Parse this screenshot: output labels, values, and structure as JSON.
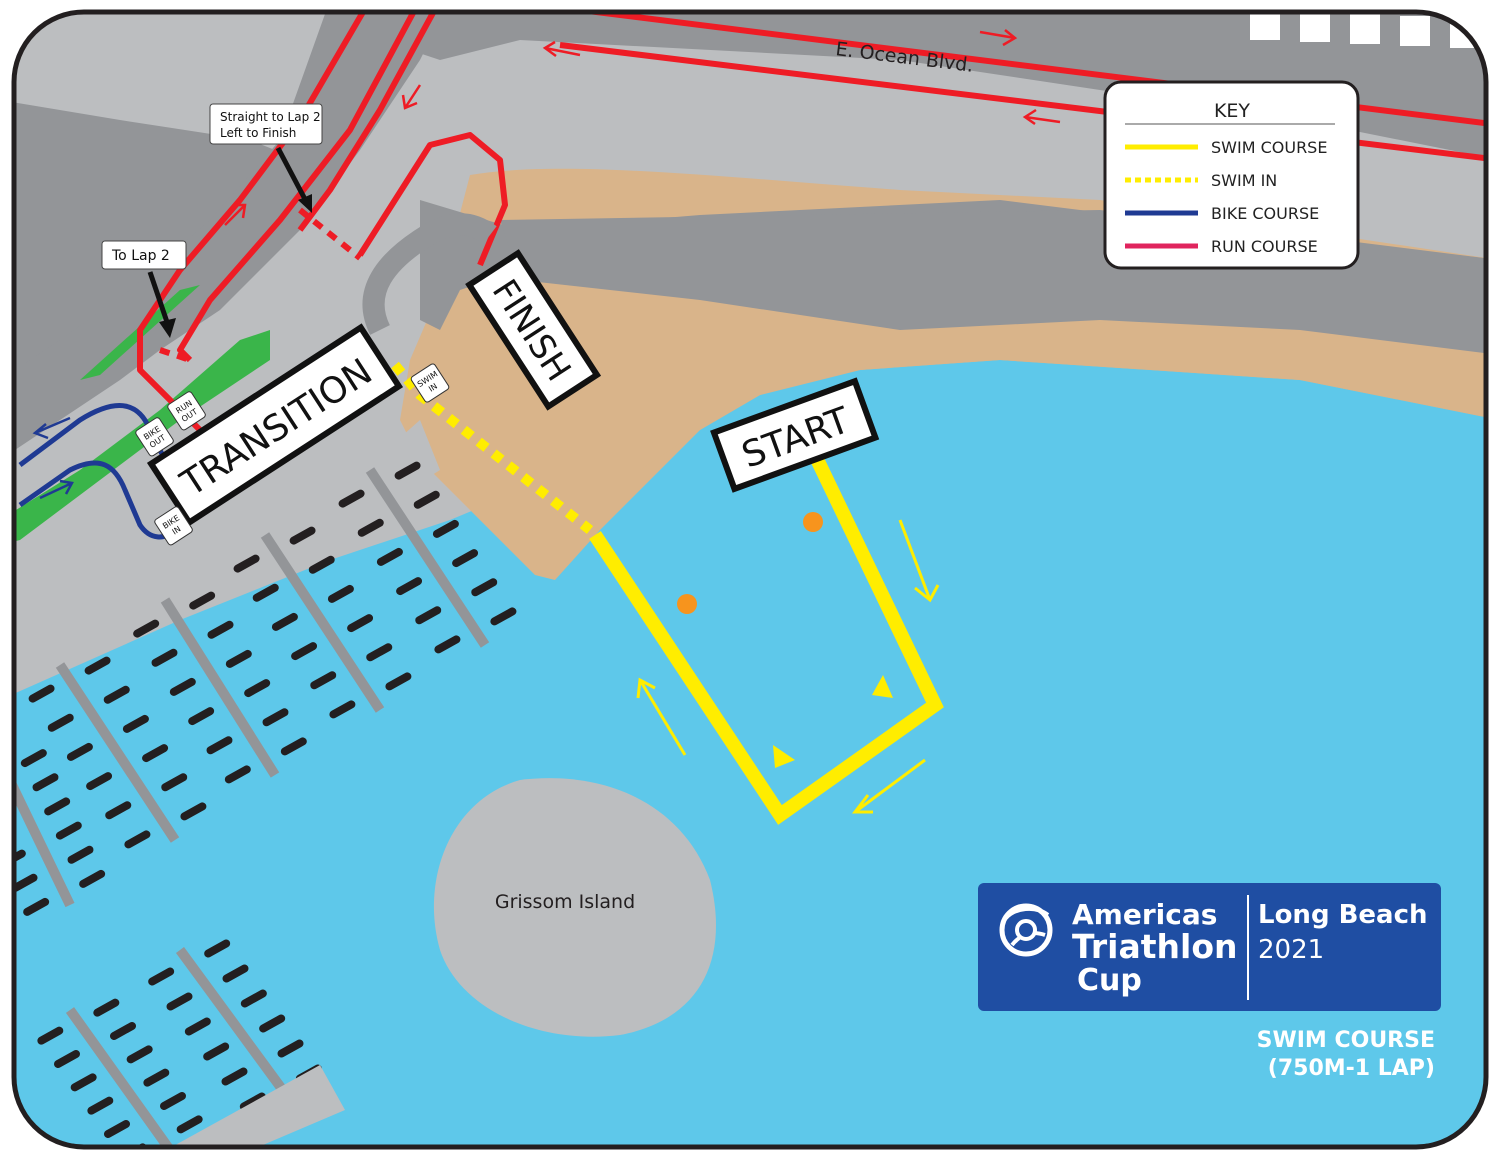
{
  "map": {
    "street_name": "E. Ocean Blvd.",
    "island_name": "Grissom Island",
    "signs": {
      "transition": "TRANSITION",
      "finish": "FINISH",
      "start": "START"
    },
    "callouts": {
      "straight_line1": "Straight to Lap 2",
      "straight_line2": "Left to Finish",
      "to_lap2": "To Lap 2"
    },
    "tags": {
      "swim_in_1": "SWIM",
      "swim_in_2": "IN",
      "run_out_1": "RUN",
      "run_out_2": "OUT",
      "bike_out_1": "BIKE",
      "bike_out_2": "OUT",
      "bike_in_1": "BIKE",
      "bike_in_2": "IN"
    }
  },
  "key": {
    "title": "KEY",
    "items": [
      {
        "label": "SWIM COURSE",
        "color": "#ffed00",
        "style": "solid"
      },
      {
        "label": "SWIM IN",
        "color": "#ffed00",
        "style": "dotted"
      },
      {
        "label": "BIKE COURSE",
        "color": "#1f3a93",
        "style": "solid"
      },
      {
        "label": "RUN COURSE",
        "color": "#e0245e",
        "style": "solid"
      }
    ]
  },
  "brand": {
    "line1": "Americas",
    "line2": "Triathlon",
    "line3": "Cup",
    "location": "Long Beach",
    "year": "2021",
    "bg_color": "#1f4ea3"
  },
  "course": {
    "title_line1": "SWIM COURSE",
    "title_line2": "(750M-1 LAP)"
  },
  "colors": {
    "water": "#5ec8ea",
    "land": "#bcbec0",
    "road": "#939598",
    "sand": "#d9b48a",
    "run": "#ee1c25",
    "swim": "#ffed00",
    "bike": "#1f3a93",
    "green": "#3ab54a",
    "buoy": "#f7941d"
  }
}
